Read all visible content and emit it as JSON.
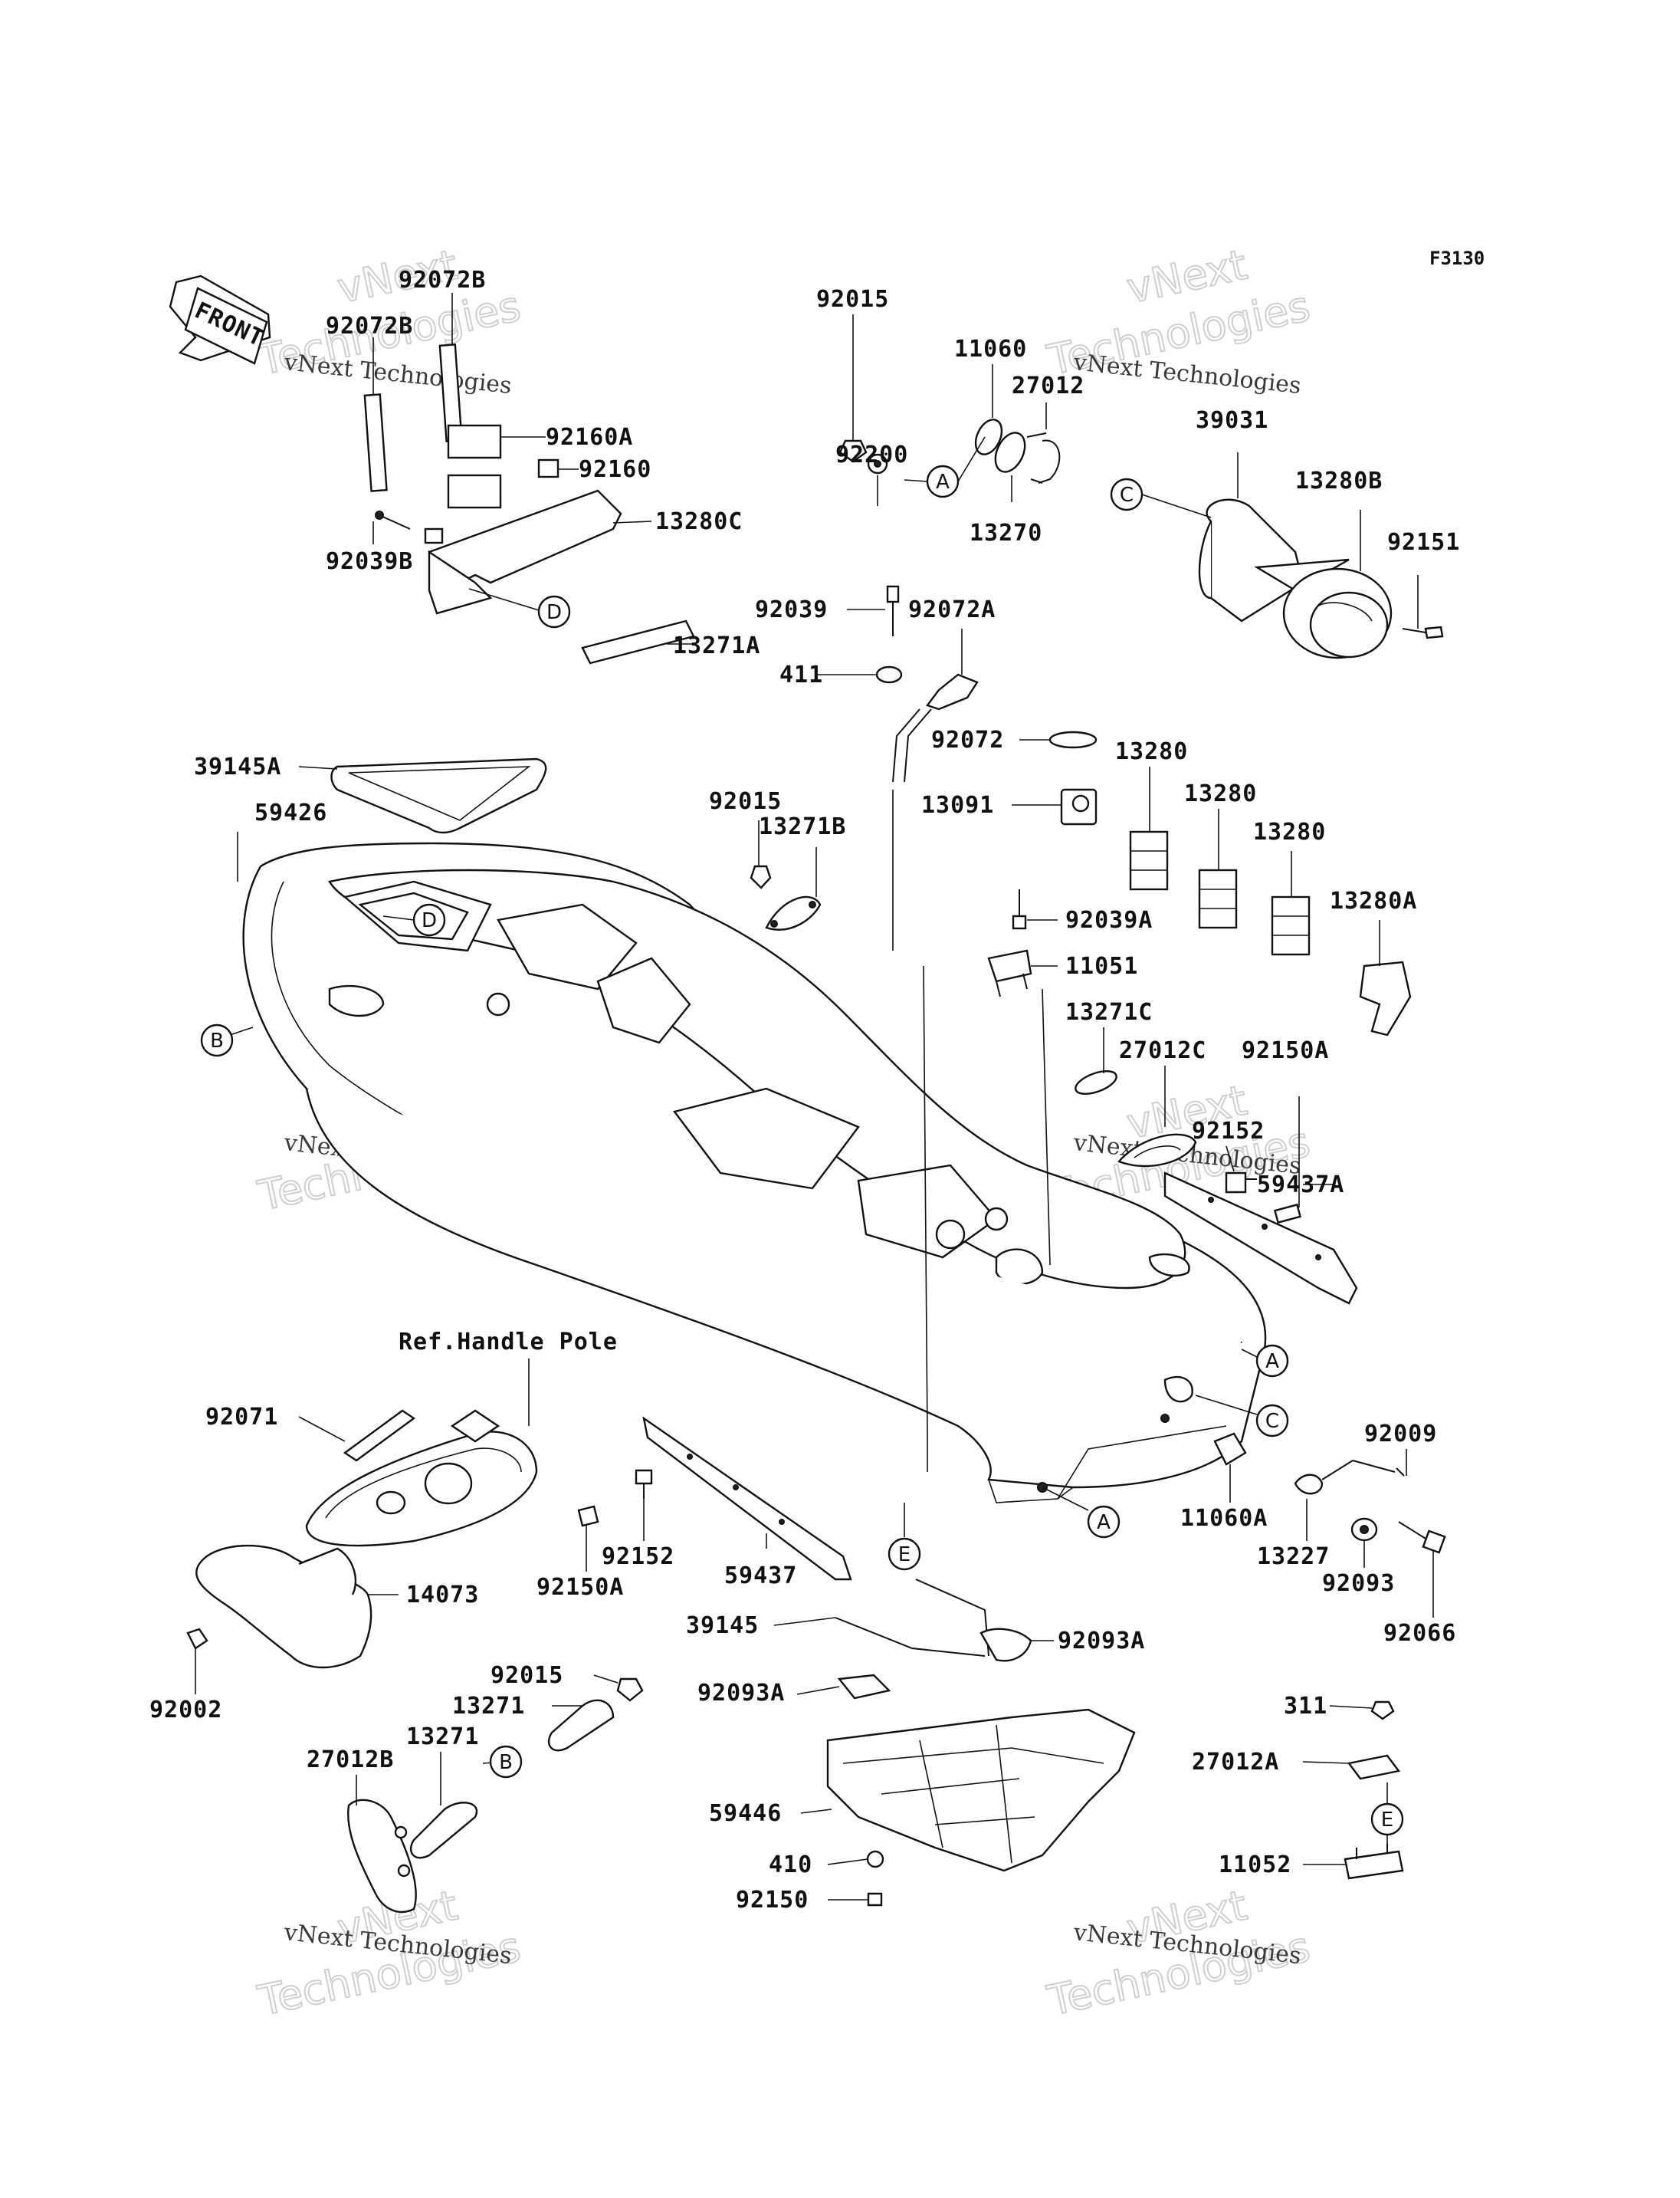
{
  "figure_code": "F3130",
  "front_arrow_label": "FRONT",
  "reference_note": "Ref.Handle Pole",
  "watermark": {
    "line1": "vNext Technologies",
    "line2": "Technologies",
    "line3": "vNext"
  },
  "part_labels": [
    "92072B",
    "92072B",
    "92160A",
    "92160",
    "13280C",
    "92039B",
    "13271A",
    "92015",
    "92200",
    "11060",
    "27012",
    "13270",
    "39031",
    "13280B",
    "92151",
    "92039",
    "92072A",
    "411",
    "92072",
    "13280",
    "13091",
    "13280",
    "13280",
    "13280A",
    "39145A",
    "59426",
    "92015",
    "13271B",
    "92039A",
    "11051",
    "13271C",
    "27012C",
    "92150A",
    "92152",
    "59437A",
    "92071",
    "14073",
    "92002",
    "92152",
    "92150A",
    "59437",
    "39145",
    "92009",
    "11060A",
    "13227",
    "92093",
    "92066",
    "92015",
    "13271",
    "13271",
    "27012B",
    "92093A",
    "92093A",
    "59446",
    "410",
    "92150",
    "311",
    "27012A",
    "11052"
  ],
  "circle_labels": [
    "A",
    "C",
    "D",
    "D",
    "B",
    "A",
    "C",
    "A",
    "E",
    "B",
    "E"
  ]
}
